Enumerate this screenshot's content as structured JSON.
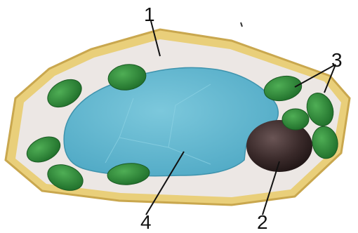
{
  "labels": {
    "one": "1",
    "two": "2",
    "three": "3",
    "four": "4"
  },
  "colors": {
    "cell_wall": "#e9cf7a",
    "cytoplasm": "#ece7e4",
    "vacuole": "#5fb7cf",
    "chloroplast": "#2f8a3a",
    "nucleus": "#3a2a2a",
    "leader_line": "#111111"
  },
  "parts": [
    "cell-wall",
    "nucleus",
    "chloroplast",
    "vacuole"
  ]
}
